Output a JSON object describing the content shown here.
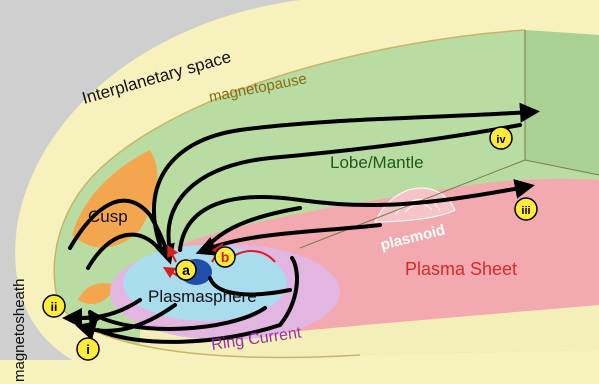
{
  "labels": {
    "interplanetary": "Interplanetary space",
    "magnetopause": "magnetopause",
    "magnetosheath": "magnetosheath",
    "cusp": "Cusp",
    "lobe": "Lobe/Mantle",
    "plasmoid": "plasmoid",
    "plasma_sheet": "Plasma Sheet",
    "plasmasphere": "Plasmasphere",
    "ring_current": "Ring Current"
  },
  "markers": {
    "i": "i",
    "ii": "ii",
    "iii": "iii",
    "iv": "iv",
    "a": "a",
    "b": "b"
  },
  "colors": {
    "background": "#cfcfcf",
    "magnetosheath": "#f7f2bd",
    "lobe": "#b9dca3",
    "plasma_sheet": "#f2aab0",
    "cusp": "#f4a64e",
    "plasmasphere": "#a9dced",
    "ring_current": "#e3b6e2",
    "earth": "#1f4fa8",
    "marker_fill": "#ffeb3a",
    "b_text": "#d8201e",
    "magnetopause_text": "#8a6a12",
    "plasma_sheet_text": "#d62a2a",
    "lobe_text": "#1f5a1f",
    "ring_text": "#9a2fa6"
  }
}
